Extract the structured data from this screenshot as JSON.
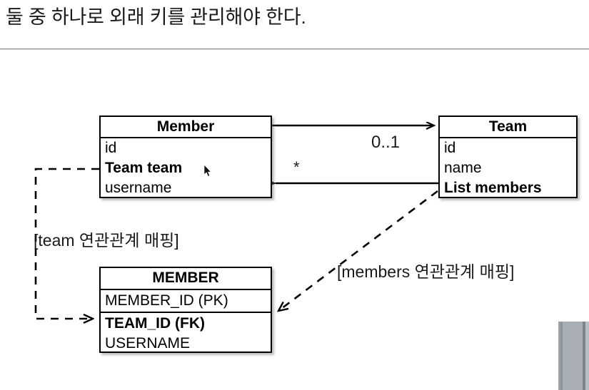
{
  "slide": {
    "title": "둘 중 하나로 외래 키를 관리해야 한다.",
    "divider_color": "#8d8d8d"
  },
  "diagram": {
    "type": "uml-object-to-table-mapping",
    "line_color": "#000000",
    "boxes": [
      {
        "id": "member-entity",
        "title": "Member",
        "kind": "object-model",
        "fields": [
          {
            "label": "id",
            "bold": false
          },
          {
            "label": "Team team",
            "bold": true
          },
          {
            "label": "username",
            "bold": false
          }
        ]
      },
      {
        "id": "team-entity",
        "title": "Team",
        "kind": "object-model",
        "fields": [
          {
            "label": "id",
            "bold": false
          },
          {
            "label": "name",
            "bold": false
          },
          {
            "label": "List members",
            "bold": true
          }
        ]
      },
      {
        "id": "member-table",
        "title": "MEMBER",
        "kind": "relational-table",
        "fields": [
          {
            "label": "MEMBER_ID (PK)",
            "bold": false
          },
          {
            "label": "TEAM_ID (FK)",
            "bold": true
          },
          {
            "label": "USERNAME",
            "bold": false
          }
        ]
      }
    ],
    "multiplicity": {
      "member_to_team": "0..1",
      "team_to_member": "*"
    },
    "annotations": {
      "team_mapping": "[team 연관관계 매핑]",
      "members_mapping": "[members 연관관계 매핑]"
    }
  },
  "cursor": {
    "icon": "mouse-pointer-icon"
  },
  "scrollbar": {
    "icon": "vertical-scrollbar"
  }
}
